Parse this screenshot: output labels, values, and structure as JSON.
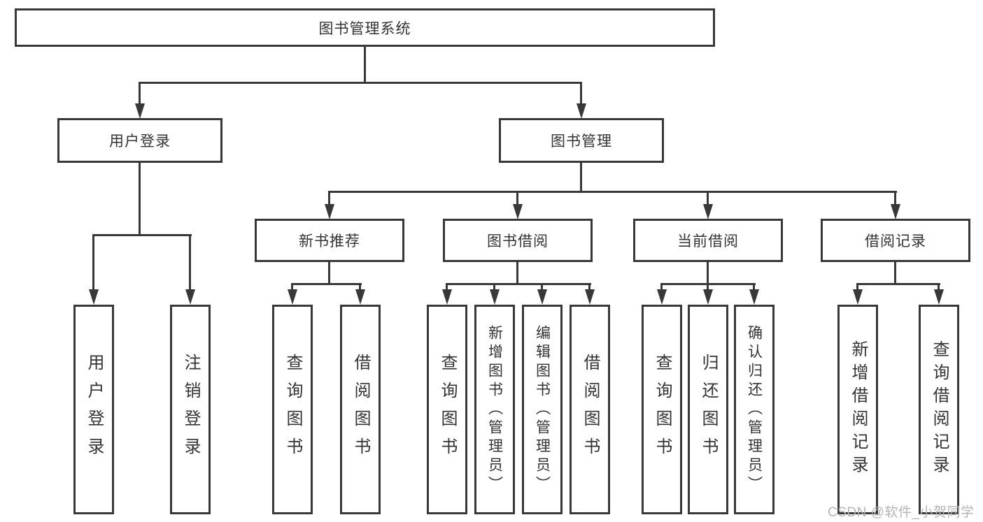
{
  "diagram": {
    "root": {
      "label": "图书管理系统"
    },
    "branches": [
      {
        "label": "用户登录",
        "children": [
          {
            "label": "用户登录"
          },
          {
            "label": "注销登录"
          }
        ]
      },
      {
        "label": "图书管理",
        "children": [
          {
            "label": "新书推荐",
            "children": [
              {
                "label": "查询图书"
              },
              {
                "label": "借阅图书"
              }
            ]
          },
          {
            "label": "图书借阅",
            "children": [
              {
                "label": "查询图书"
              },
              {
                "label": "新增图书（管理员）"
              },
              {
                "label": "编辑图书（管理员）"
              },
              {
                "label": "借阅图书"
              }
            ]
          },
          {
            "label": "当前借阅",
            "children": [
              {
                "label": "查询图书"
              },
              {
                "label": "归还图书"
              },
              {
                "label": "确认归还（管理员）"
              }
            ]
          },
          {
            "label": "借阅记录",
            "children": [
              {
                "label": "新增借阅记录"
              },
              {
                "label": "查询借阅记录"
              }
            ]
          }
        ]
      }
    ]
  },
  "watermark": {
    "text": "CSDN @软件_小贺同学"
  },
  "colors": {
    "line": "#383838",
    "text": "#333333",
    "watermark": "#b4b4b4"
  }
}
